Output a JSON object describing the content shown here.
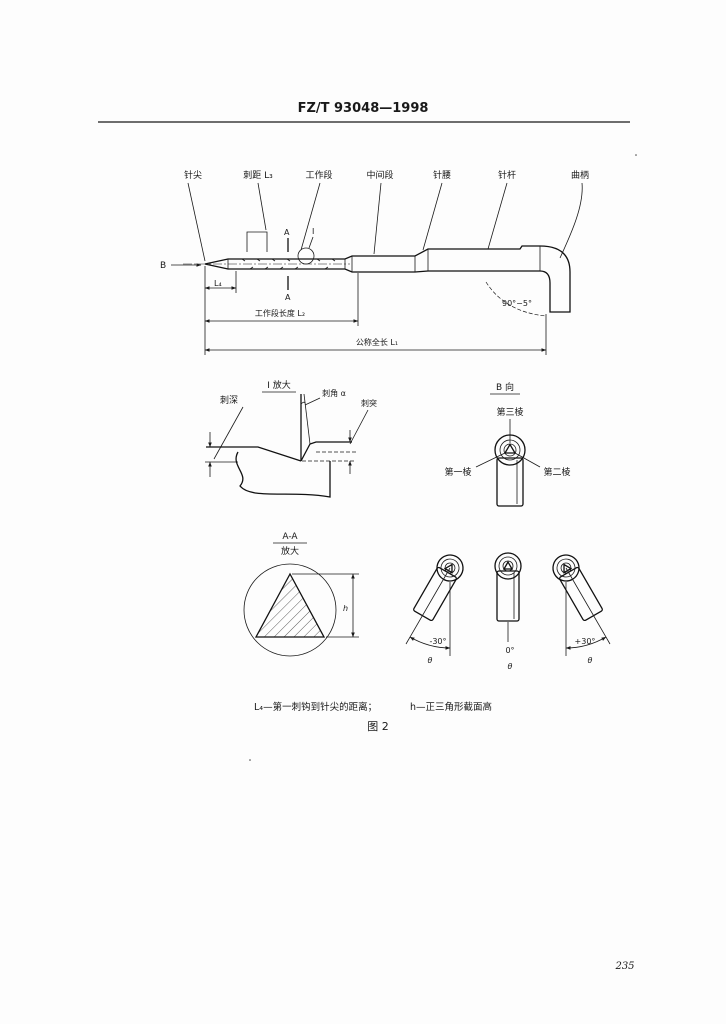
{
  "header": {
    "code": "FZ/T 93048—1998"
  },
  "main_figure": {
    "tip": "针尖",
    "barb_pitch": "刺距 L₃",
    "working_section": "工作段",
    "middle_section": "中间段",
    "waist": "针腰",
    "shank": "针杆",
    "crank": "曲柄",
    "view_b": "B",
    "section_mark_top": "A",
    "section_mark_bottom": "A",
    "detail_mark": "I",
    "l4": "L₄",
    "working_length": "工作段长度 L₂",
    "nominal_length": "公称全长 L₁",
    "crank_angle": "90°−5°"
  },
  "detail_i": {
    "title": "I 放大",
    "barb_depth": "刺深",
    "barb_angle": "刺角 α",
    "barb_protrusion": "刺突"
  },
  "view_b": {
    "title": "B 向",
    "edge_3": "第三棱",
    "edge_1": "第一棱",
    "edge_2": "第二棱"
  },
  "section_aa": {
    "title": "A-A",
    "subtitle": "放大",
    "height": "h"
  },
  "orientations": [
    {
      "angle": "-30°",
      "symbol": "θ"
    },
    {
      "angle": "0°",
      "symbol": "θ"
    },
    {
      "angle": "+30°",
      "symbol": "θ"
    }
  ],
  "caption": {
    "legend_l4": "L₄—第一刺钩到针尖的距离；",
    "legend_h": "h—正三角形截面高",
    "figure": "图 2"
  },
  "page_number": "235"
}
